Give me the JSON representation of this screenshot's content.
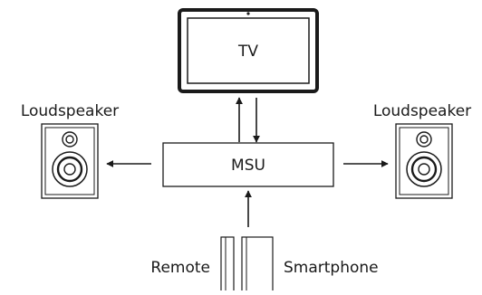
{
  "diagram": {
    "tv_label": "TV",
    "msu_label": "MSU",
    "left_speaker_label": "Loudspeaker",
    "right_speaker_label": "Loudspeaker",
    "remote_label": "Remote",
    "smartphone_label": "Smartphone"
  },
  "colors": {
    "stroke": "#1a1a1a",
    "speaker_fill": "#ffffff",
    "background": "#ffffff"
  },
  "icons": [
    "tv-icon",
    "loudspeaker-icon",
    "remote-icon",
    "smartphone-icon"
  ]
}
